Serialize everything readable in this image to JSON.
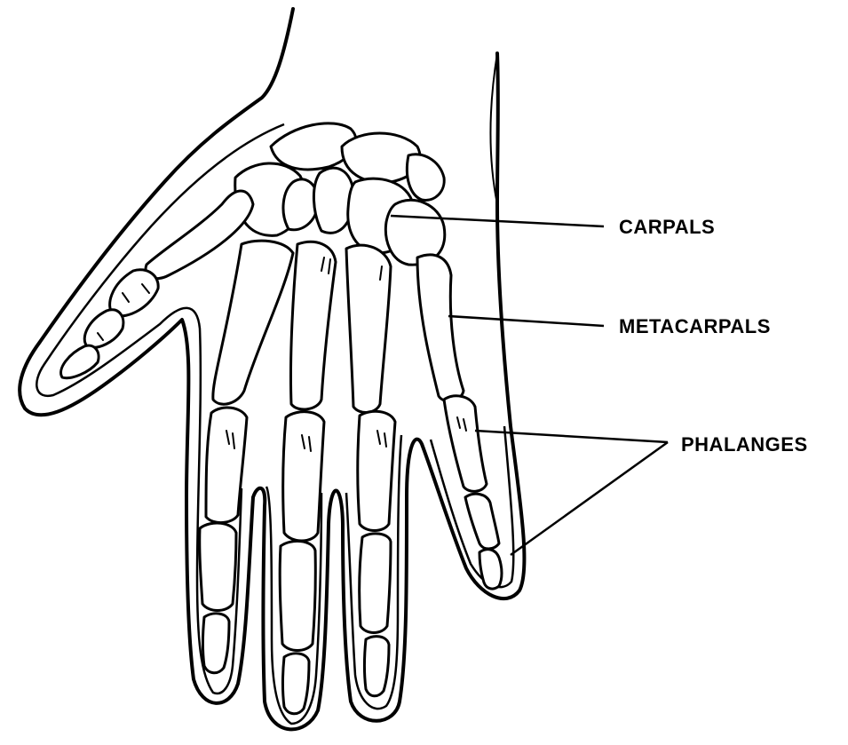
{
  "diagram": {
    "labels": {
      "carpals": "CARPALS",
      "metacarpals": "METACARPALS",
      "phalanges": "PHALANGES"
    },
    "colors": {
      "ink": "#000000",
      "background": "#ffffff"
    }
  }
}
